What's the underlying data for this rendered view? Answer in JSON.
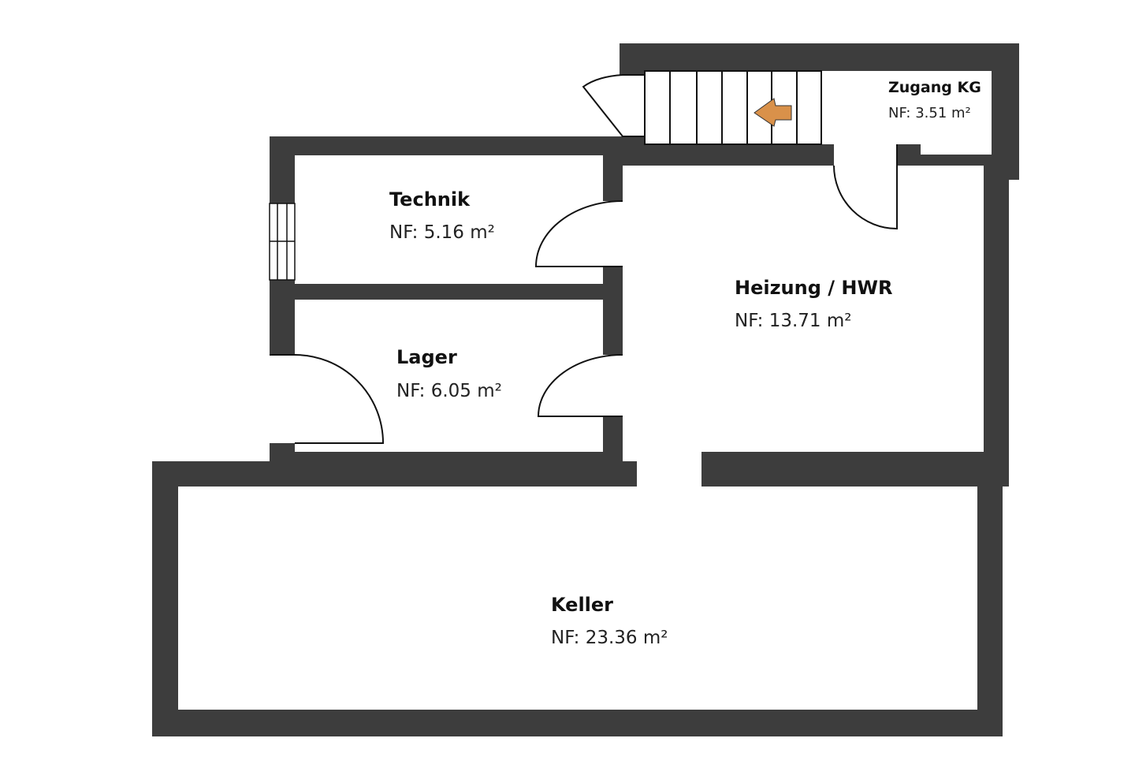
{
  "colors": {
    "wall": "#3d3d3d",
    "arrow": "#d9914a"
  },
  "rooms": {
    "zugang": {
      "name": "Zugang KG",
      "area": "NF: 3.51 m²"
    },
    "technik": {
      "name": "Technik",
      "area": "NF: 5.16 m²"
    },
    "heizung": {
      "name": "Heizung / HWR",
      "area": "NF: 13.71 m²"
    },
    "lager": {
      "name": "Lager",
      "area": "NF: 6.05 m²"
    },
    "keller": {
      "name": "Keller",
      "area": "NF: 23.36 m²"
    }
  }
}
